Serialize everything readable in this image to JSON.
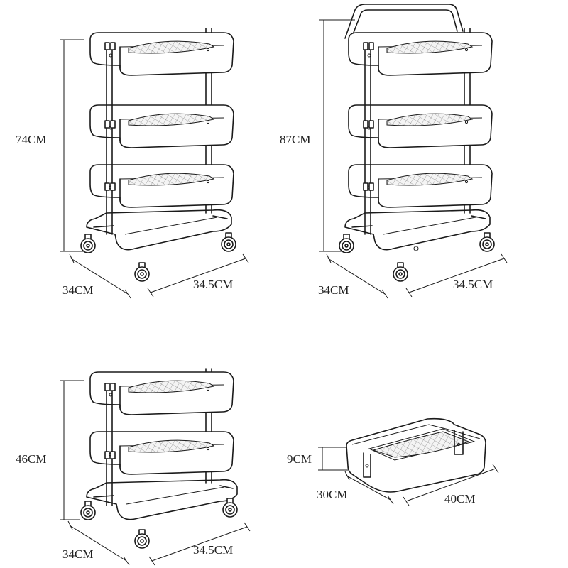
{
  "products": [
    {
      "id": "cart-3-tier",
      "height_label": "74CM",
      "depth_label": "34CM",
      "width_label": "34.5CM"
    },
    {
      "id": "cart-3-tier-handle",
      "height_label": "87CM",
      "depth_label": "34CM",
      "width_label": "34.5CM"
    },
    {
      "id": "cart-2-tier",
      "height_label": "46CM",
      "depth_label": "34CM",
      "width_label": "34.5CM"
    },
    {
      "id": "basket",
      "height_label": "9CM",
      "depth_label": "30CM",
      "width_label": "40CM"
    }
  ],
  "colors": {
    "line": "#1a1a1a",
    "background": "#ffffff",
    "text": "#222222"
  }
}
